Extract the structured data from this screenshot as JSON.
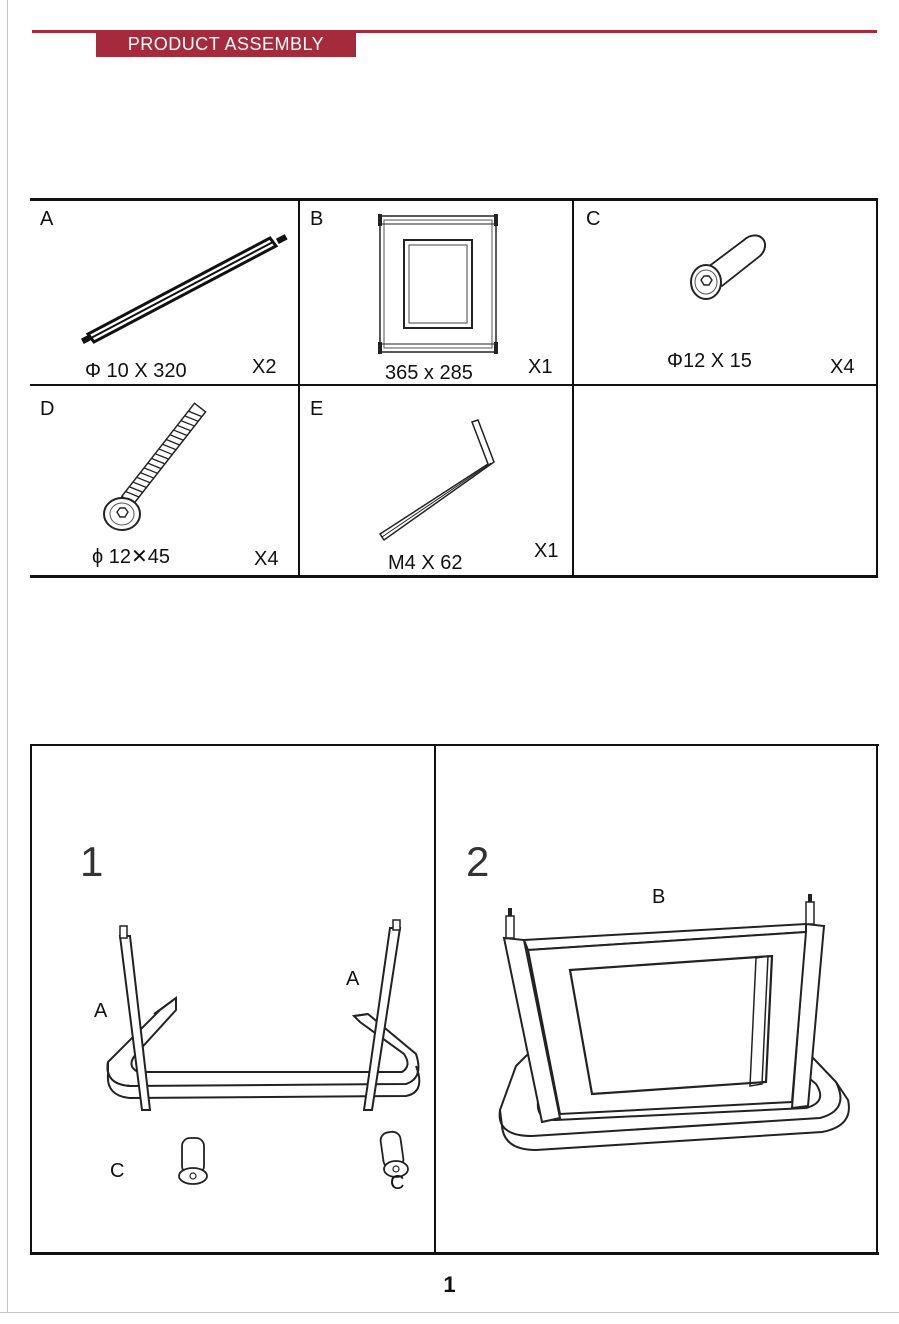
{
  "header": {
    "title": "PRODUCT ASSEMBLY",
    "accent_color": "#a52a3c"
  },
  "parts": [
    {
      "letter": "A",
      "dimension": "Φ 10 X 320",
      "quantity": "X2",
      "icon": "rod-icon"
    },
    {
      "letter": "B",
      "dimension": "365 x 285",
      "quantity": "X1",
      "icon": "frame-panel-icon"
    },
    {
      "letter": "C",
      "dimension": "Φ12 X 15",
      "quantity": "X4",
      "icon": "barrel-nut-icon"
    },
    {
      "letter": "D",
      "dimension": "ϕ 12✕45",
      "quantity": "X4",
      "icon": "bolt-icon"
    },
    {
      "letter": "E",
      "dimension": "M4 X 62",
      "quantity": "X1",
      "icon": "allen-key-icon"
    }
  ],
  "steps": [
    {
      "number": "1",
      "callouts": [
        "A",
        "A",
        "C",
        "C"
      ]
    },
    {
      "number": "2",
      "callouts": [
        "B"
      ]
    }
  ],
  "page_number": "1"
}
